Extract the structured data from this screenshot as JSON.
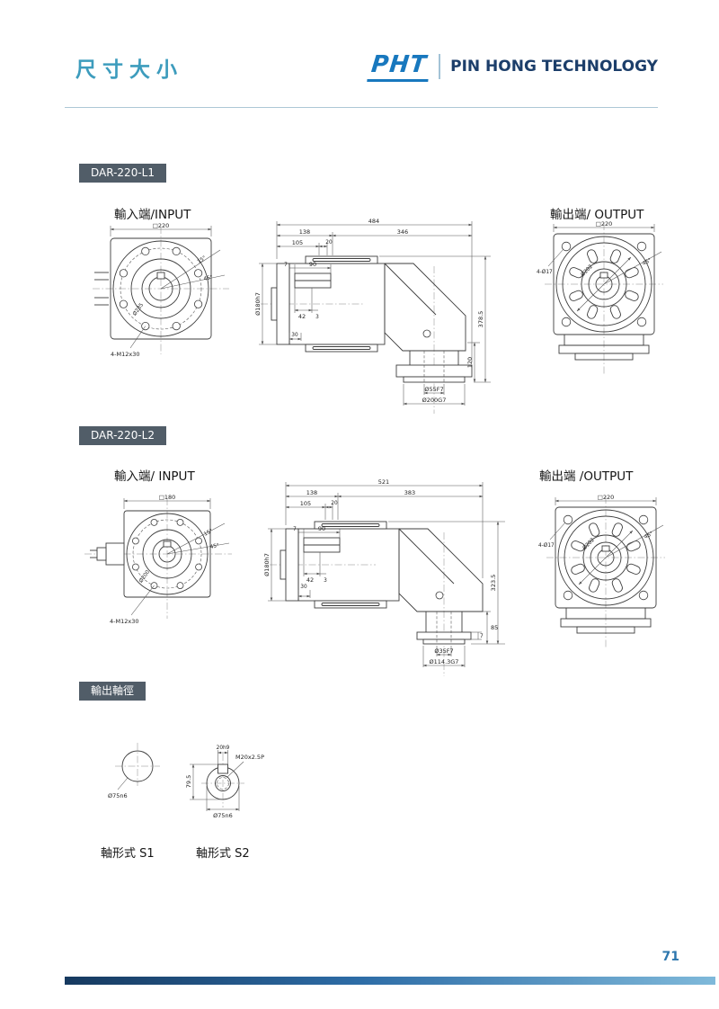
{
  "header": {
    "title": "尺寸大小",
    "logo": "PHT",
    "company": "PIN HONG TECHNOLOGY"
  },
  "l1": {
    "badge": "DAR-220-L1",
    "input_label": "輸入端/INPUT",
    "output_label": "輸出端/ OUTPUT",
    "input": {
      "square": "□220",
      "bolts": "4-M12x30",
      "bore": "Ø235",
      "angle_a": "45°",
      "angle_b": "15°"
    },
    "side": {
      "len": "484",
      "a": "138",
      "b": "346",
      "c": "105",
      "d": "20",
      "e": "7",
      "f": "90",
      "g": "42",
      "h": "3",
      "i": "30",
      "pilot": "Ø180h7",
      "height": "378.5",
      "j": "120",
      "out_bore": "Ø55F7",
      "out_reg": "Ø200G7"
    },
    "output": {
      "square": "□220",
      "holes": "4-Ø17",
      "reg": "Ø202",
      "angle_a": "45°"
    }
  },
  "l2": {
    "badge": "DAR-220-L2",
    "input_label": "輸入端/ INPUT",
    "output_label": "輸出端 /OUTPUT",
    "input": {
      "square": "□180",
      "bolts": "4-M12x30",
      "bore": "Ø200",
      "angle_a": "45°",
      "angle_b": "15°"
    },
    "side": {
      "len": "521",
      "a": "138",
      "b": "383",
      "c": "105",
      "d": "20",
      "e": "7",
      "f": "90",
      "g": "42",
      "h": "3",
      "i": "30",
      "pilot": "Ø180h7",
      "height": "323.5",
      "j": "85",
      "k": "7",
      "out_bore": "Ø35F7",
      "out_reg": "Ø114.3G7"
    },
    "output": {
      "square": "□220",
      "holes": "4-Ø17",
      "reg": "Ø202",
      "angle_a": "45°"
    }
  },
  "shafts": {
    "badge": "輸出軸徑",
    "s1": {
      "dia": "Ø75n6",
      "label": "軸形式 S1"
    },
    "s2": {
      "key": "20h9",
      "thread": "M20x2.5P",
      "height": "79.5",
      "dia": "Ø75n6",
      "label": "軸形式 S2"
    }
  },
  "footer": {
    "page_number": "71"
  }
}
